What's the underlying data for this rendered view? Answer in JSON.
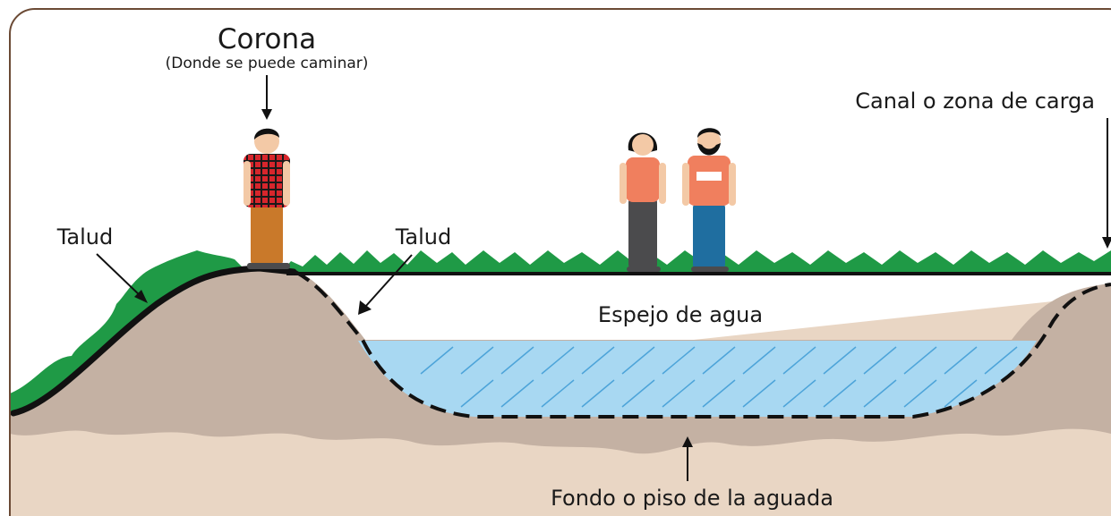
{
  "labels": {
    "corona": "Corona",
    "corona_note": "(Donde se puede caminar)",
    "canal": "Canal o zona de carga",
    "talud_left": "Talud",
    "talud_right": "Talud",
    "espejo": "Espejo de agua",
    "fondo": "Fondo o piso de la aguada"
  },
  "colors": {
    "border": "#6b4a35",
    "grass": "#1f9a46",
    "soil_light": "#e9d6c4",
    "soil_dark": "#c4b1a3",
    "water": "#a8d8f2",
    "water_stroke": "#4da4d9",
    "outline": "#111111",
    "shirt_coral": "#f07f5e",
    "plaid_red": "#d7262c",
    "pants_brown": "#c9792a",
    "pants_gray": "#4b4b4d",
    "pants_blue": "#1f6ea0",
    "skin": "#f3c9a6",
    "hair": "#111111"
  }
}
